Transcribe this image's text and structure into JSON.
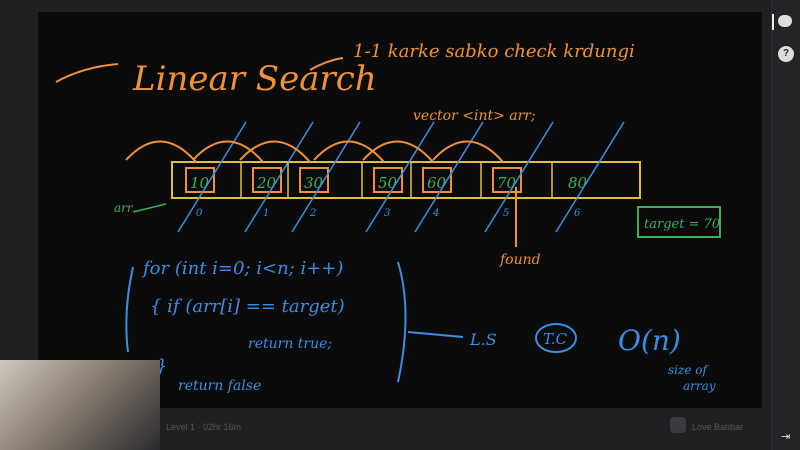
{
  "board": {
    "title": "Linear Search",
    "note": "1-1 karke sabko check krdungi",
    "vector_decl": "vector <int> arr;",
    "array_label": "arr",
    "values": [
      "10",
      "20",
      "30",
      "50",
      "60",
      "70",
      "80"
    ],
    "indices": [
      "0",
      "1",
      "2",
      "3",
      "4",
      "5",
      "6"
    ],
    "target": "target = 70",
    "found": "found",
    "code": [
      "for (int i=0; i<n; i++)",
      "{   if (arr[i] == target)",
      "return true;",
      "}",
      "return false"
    ],
    "complexity": [
      "L.S",
      "T.C",
      "O(n)"
    ],
    "size_note": [
      "size of",
      "array"
    ]
  },
  "bottom": {
    "course": "Level 1 · 02hr 16m",
    "author": "Love Babbar"
  },
  "sidebar": {
    "chat_icon": "chat-icon",
    "help_label": "?",
    "exit_icon": "exit-icon"
  },
  "colors": {
    "orange": "#f0913a",
    "blue": "#3a8ee6",
    "green": "#3fae5a",
    "yellow": "#e0c23a"
  }
}
